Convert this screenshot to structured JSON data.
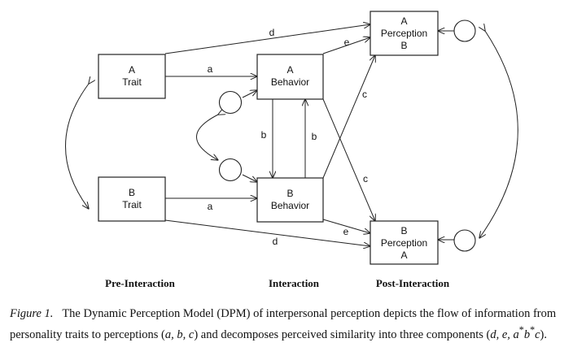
{
  "boxes": {
    "a_trait": [
      "A",
      "Trait"
    ],
    "b_trait": [
      "B",
      "Trait"
    ],
    "a_behavior": [
      "A",
      "Behavior"
    ],
    "b_behavior": [
      "B",
      "Behavior"
    ],
    "a_perception_b": [
      "A",
      "Perception",
      "B"
    ],
    "b_perception_a": [
      "B",
      "Perception",
      "A"
    ]
  },
  "paths": {
    "d_top": "d",
    "e_top": "e",
    "a_top": "a",
    "b_down": "b",
    "b_up": "b",
    "c_up": "c",
    "c_down": "c",
    "a_bottom": "a",
    "e_bottom": "e",
    "d_bottom": "d"
  },
  "sections": {
    "pre": "Pre-Interaction",
    "interaction": "Interaction",
    "post": "Post-Interaction"
  },
  "caption": {
    "figure_label": "Figure 1.",
    "text_part1": "The Dynamic Perception Model (DPM) of interpersonal perception depicts the flow of information from personality traits to perceptions (",
    "abc": "a, b, c",
    "text_part2": ") and decomposes perceived similarity into three components (",
    "de": "d, e,",
    "a": "a",
    "b": "b",
    "c": "c",
    "star": "*",
    "end": ")."
  }
}
